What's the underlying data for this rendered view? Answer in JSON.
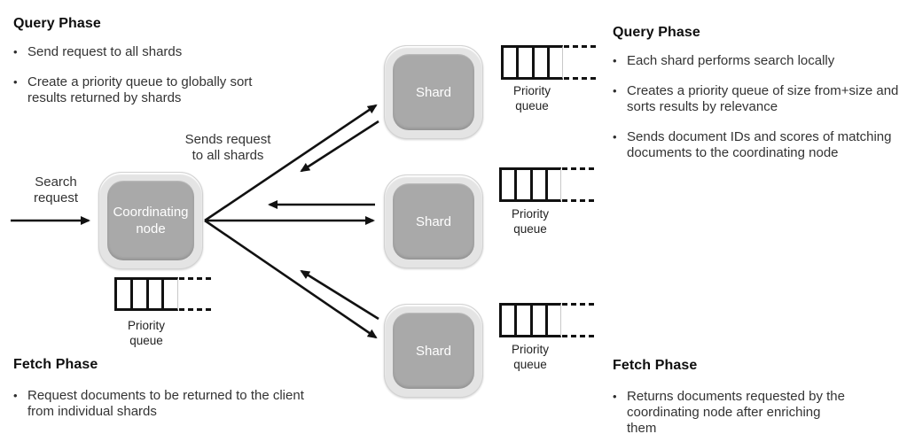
{
  "sections": {
    "bullet_char": "•",
    "query_left": {
      "title": "Query Phase",
      "bullets": [
        "Send request to all shards",
        "Create a priority queue to globally sort results returned by shards"
      ]
    },
    "query_right": {
      "title": "Query Phase",
      "bullets": [
        "Each shard performs search locally",
        "Creates a priority queue of size from+size and sorts results by relevance",
        "Sends document IDs and scores of matching documents to the coordinating node"
      ]
    },
    "fetch_left": {
      "title": "Fetch Phase",
      "bullets": [
        "Request documents to be returned to the client from individual shards"
      ]
    },
    "fetch_right": {
      "title": "Fetch Phase",
      "bullets": [
        "Returns documents requested by the coordinating node after enriching them"
      ]
    }
  },
  "diagram": {
    "coordinating_node_label": "Coordinating node",
    "shards": [
      {
        "label": "Shard"
      },
      {
        "label": "Shard"
      },
      {
        "label": "Shard"
      }
    ],
    "search_request_label": "Search request",
    "sends_request_label": "Sends request to all shards",
    "priority_queue_labels": [
      "Priority queue",
      "Priority queue",
      "Priority queue",
      "Priority queue"
    ],
    "colors": {
      "node_outer": "#e4e4e4",
      "node_inner": "#a9a9a9",
      "node_text": "#ffffff",
      "line": "#111111"
    }
  }
}
